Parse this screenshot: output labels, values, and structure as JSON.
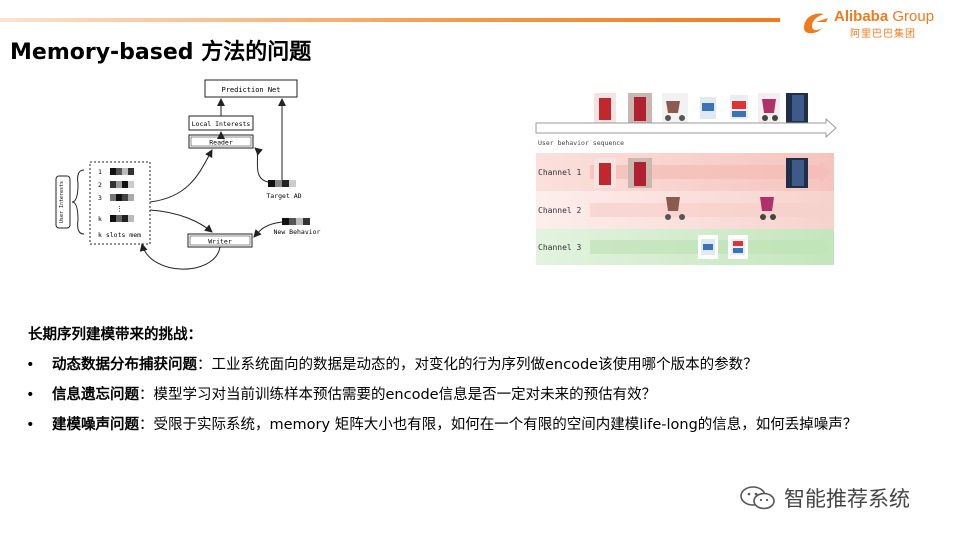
{
  "brand": {
    "name_bold": "Alibaba",
    "name_light": " Group",
    "sub": "阿里巴巴集团",
    "color": "#f07a1e"
  },
  "title": "Memory-based 方法的问题",
  "diagram": {
    "prediction_net": "Prediction Net",
    "local_interests": "Local Interests",
    "reader": "Reader",
    "target_ad": "Target AD",
    "new_behavior": "New Behavior",
    "writer": "Writer",
    "user_interests": "User Interests",
    "slot_labels": [
      "1",
      "2",
      "3",
      "⋮",
      "k"
    ],
    "memory_caption": "k slots mem"
  },
  "behavior": {
    "sequence_label": "User behavior sequence",
    "channels": [
      {
        "label": "Channel 1",
        "color": "#f8d3d0"
      },
      {
        "label": "Channel 2",
        "color": "#fbe2df"
      },
      {
        "label": "Channel 3",
        "color": "#cdeac6"
      }
    ]
  },
  "challenges": {
    "heading": "长期序列建模带来的挑战：",
    "bullet": "•",
    "items": [
      {
        "term": "动态数据分布捕获问题",
        "text": "：工业系统面向的数据是动态的，对变化的行为序列做encode该使用哪个版本的参数？"
      },
      {
        "term": "信息遗忘问题",
        "text": "：模型学习对当前训练样本预估需要的encode信息是否一定对未来的预估有效？"
      },
      {
        "term": "建模噪声问题",
        "text": "：受限于实际系统，memory 矩阵大小也有限，如何在一个有限的空间内建模life-long的信息，如何丢掉噪声？"
      }
    ]
  },
  "watermark": {
    "text": "智能推荐系统",
    "icon": "wechat-icon"
  }
}
